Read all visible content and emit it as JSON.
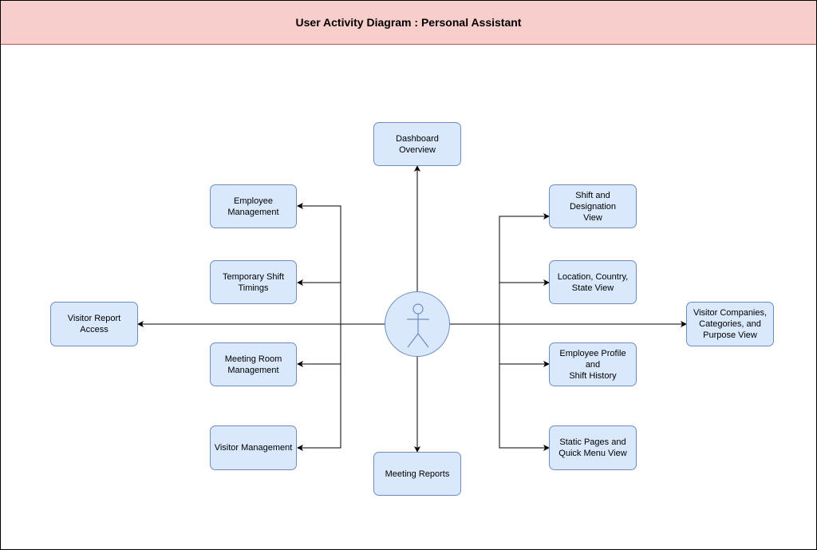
{
  "diagram": {
    "title": "User Activity Diagram : Personal Assistant",
    "colors": {
      "title_fill": "#f8cecc",
      "title_stroke": "#b85450",
      "node_fill": "#dae8fc",
      "node_stroke": "#6c8ebf",
      "edge": "#000000"
    },
    "actor": {
      "icon": "stick-figure-icon"
    },
    "nodes": {
      "dashboard_overview": "Dashboard Overview",
      "employee_management": "Employee\nManagement",
      "temporary_shift_timings": "Temporary Shift\nTimings",
      "visitor_report_access": "Visitor Report Access",
      "meeting_room_management": "Meeting Room\nManagement",
      "visitor_management": "Visitor Management",
      "meeting_reports": "Meeting Reports",
      "shift_designation_view": "Shift and Designation\nView",
      "location_country_state_view": "Location, Country,\nState View",
      "visitor_companies_view": "Visitor Companies,\nCategories, and\nPurpose View",
      "employee_profile_shift_history": "Employee Profile and\nShift History",
      "static_pages_quick_menu_view": "Static Pages and\nQuick Menu View"
    },
    "edges": [
      {
        "from": "actor",
        "to": "dashboard_overview"
      },
      {
        "from": "actor",
        "to": "meeting_reports"
      },
      {
        "from": "actor",
        "to": "visitor_report_access"
      },
      {
        "from": "actor",
        "to": "employee_management"
      },
      {
        "from": "actor",
        "to": "temporary_shift_timings"
      },
      {
        "from": "actor",
        "to": "meeting_room_management"
      },
      {
        "from": "actor",
        "to": "visitor_management"
      },
      {
        "from": "actor",
        "to": "shift_designation_view"
      },
      {
        "from": "actor",
        "to": "location_country_state_view"
      },
      {
        "from": "actor",
        "to": "employee_profile_shift_history"
      },
      {
        "from": "actor",
        "to": "static_pages_quick_menu_view"
      },
      {
        "from": "actor",
        "to": "visitor_companies_view"
      }
    ]
  }
}
